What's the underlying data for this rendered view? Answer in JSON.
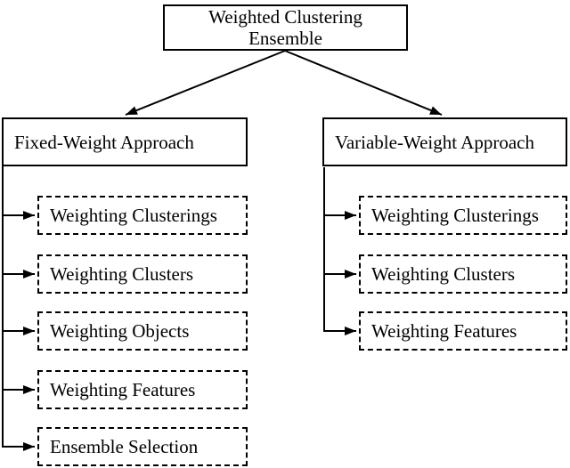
{
  "figure": {
    "type": "tree-diagram",
    "background_color": "#ffffff",
    "line_color": "#000000",
    "text_color": "#000000"
  },
  "root": {
    "label": "Weighted Clustering Ensemble"
  },
  "branches": [
    {
      "label": "Fixed-Weight Approach",
      "children": [
        "Weighting Clusterings",
        "Weighting Clusters",
        "Weighting Objects",
        "Weighting Features",
        "Ensemble Selection"
      ]
    },
    {
      "label": "Variable-Weight Approach",
      "children": [
        "Weighting Clusterings",
        "Weighting Clusters",
        "Weighting Features"
      ]
    }
  ]
}
